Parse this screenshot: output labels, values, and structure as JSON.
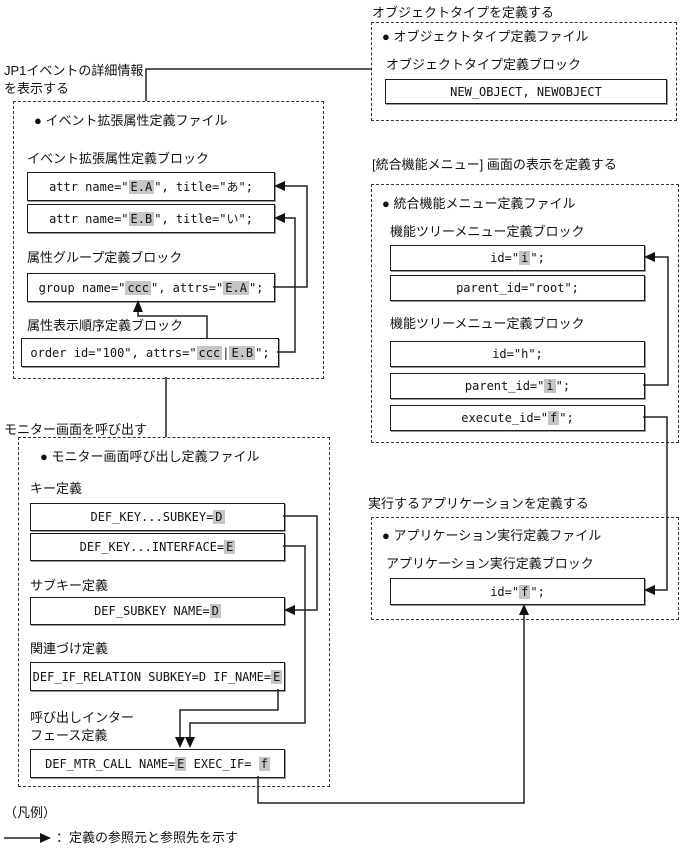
{
  "object_type": {
    "caption": "オブジェクトタイプを定義する",
    "file_title": "● オブジェクトタイプ定義ファイル",
    "block_label": "オブジェクトタイプ定義ブロック",
    "code": {
      "s0": "NEW_OBJECT, NEWOBJECT"
    }
  },
  "event_attr": {
    "caption_line1": "JP1イベントの詳細情報",
    "caption_line2": "を表示する",
    "file_title": "● イベント拡張属性定義ファイル",
    "block_label1": "イベント拡張属性定義ブロック",
    "attr1": {
      "s0": "attr name=\"",
      "h1": "E.A",
      "s2": "\", title=\"あ\";"
    },
    "attr2": {
      "s0": "attr name=\"",
      "h1": "E.B",
      "s2": "\", title=\"い\";"
    },
    "block_label2": "属性グループ定義ブロック",
    "group": {
      "s0": "group name=\"",
      "h1": "ccc",
      "s2": "\", attrs=\"",
      "h3": "E.A",
      "s4": "\";"
    },
    "block_label3": "属性表示順序定義ブロック",
    "order": {
      "s0": "order id=\"100\", attrs=\"",
      "h1": "ccc",
      "s2": "|",
      "h3": "E.B",
      "s4": "\";"
    }
  },
  "menu": {
    "caption": "[統合機能メニュー] 画面の表示を定義する",
    "file_title": "● 統合機能メニュー定義ファイル",
    "block_label1": "機能ツリーメニュー定義ブロック",
    "id_i": {
      "s0": "id=\"",
      "h1": "i",
      "s2": "\";"
    },
    "parent_root": {
      "s0": "parent_id=\"root\";"
    },
    "block_label2": "機能ツリーメニュー定義ブロック",
    "id_h": {
      "s0": "id=\"h\";"
    },
    "parent_i": {
      "s0": "parent_id=\"",
      "h1": "i",
      "s2": "\";"
    },
    "execute_f": {
      "s0": "execute_id=\"",
      "h1": "f",
      "s2": "\";"
    }
  },
  "app": {
    "caption": "実行するアプリケーションを定義する",
    "file_title": "● アプリケーション実行定義ファイル",
    "block_label": "アプリケーション実行定義ブロック",
    "id_f": {
      "s0": "id=\"",
      "h1": "f",
      "s2": "\";"
    }
  },
  "monitor": {
    "caption": "モニター画面を呼び出す",
    "file_title": "● モニター画面呼び出し定義ファイル",
    "key_label": "キー定義",
    "key1": {
      "s0": "DEF_KEY...SUBKEY=",
      "h1": "D"
    },
    "key2": {
      "s0": "DEF_KEY...INTERFACE=",
      "h1": "E"
    },
    "subkey_label": "サブキー定義",
    "subkey": {
      "s0": "DEF_SUBKEY NAME=",
      "h1": "D"
    },
    "relation_label": "関連づけ定義",
    "relation": {
      "s0": "DEF_IF_RELATION SUBKEY=D IF_NAME=",
      "h1": "E"
    },
    "call_label1": "呼び出しインター",
    "call_label2": "フェース定義",
    "mtr_call": {
      "s0": "DEF_MTR_CALL NAME=",
      "h1": "E",
      "s2": " EXEC_IF= ",
      "h3": "f"
    }
  },
  "legend": {
    "title": "（凡例）",
    "desc": "：定義の参照元と参照先を示す"
  },
  "colors": {
    "highlight": "#c6c6c6",
    "line": "#222222"
  }
}
